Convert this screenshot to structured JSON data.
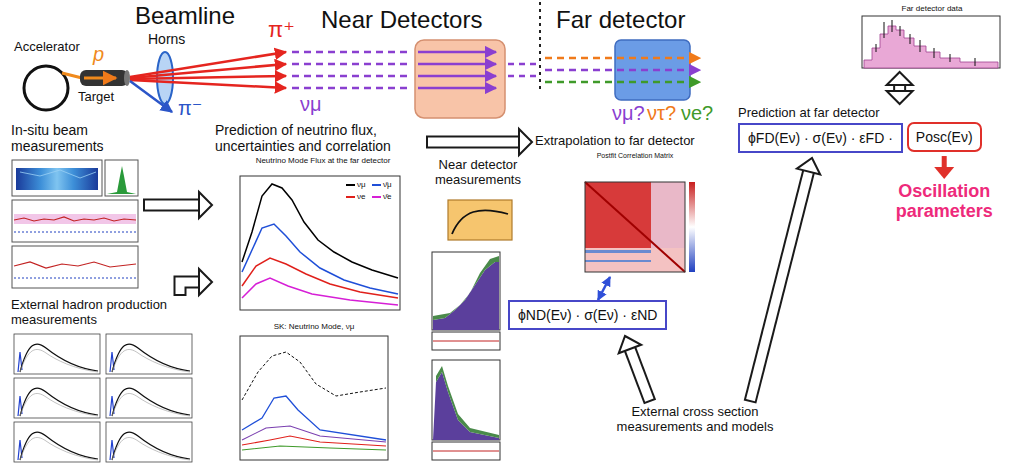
{
  "diagram": {
    "nodes": [
      {
        "text": [
          "Near Detectors"
        ]
      },
      {
        "text": [
          "Far detector"
        ]
      },
      {
        "text": [
          "Far detector data"
        ]
      },
      {
        "text": [
          "In-situ beam measurements"
        ]
      },
      {
        "text": [
          "Prediction of neutrino flux, uncertainties and correlation",
          "Neutrino Mode Flux at the far detector"
        ]
      },
      {
        "text": [
          "Near detector measurements"
        ]
      },
      {
        "text": [
          "Extrapolation to far detector",
          "Postfit Correlation Matrix"
        ]
      },
      {
        "text": [
          "Prediction at far detector",
          "ϕFD(Eν) · σ(Eν) · εFD ·"
        ]
      },
      {
        "text": [
          "Posc(Eν)"
        ]
      },
      {
        "text": [
          "ϕND(Eν) · σ(Eν) · εND"
        ]
      },
      {
        "text": [
          "SK: Neutrino Mode, νμ"
        ]
      },
      {
        "text": [
          "External hadron production measurements"
        ]
      }
    ],
    "edges": [
      {
        "from": 3,
        "to": 4,
        "arrow": "to"
      },
      {
        "from": 11,
        "to": 4,
        "arrow": "to"
      },
      {
        "from": 4,
        "to": 6,
        "arrow": "to"
      },
      {
        "from": 9,
        "to": 6,
        "arrow": "both"
      },
      {
        "from": 7,
        "to": 2,
        "arrow": "both"
      }
    ],
    "labels": [
      "Beamline",
      "Accelerator",
      "p",
      "Target",
      "Horns",
      "π⁺",
      "π⁻",
      "νμ",
      "νμ?",
      "ντ?",
      "νe?",
      "Oscillation parameters",
      "External cross section measurements and models"
    ],
    "legend": [
      {
        "text": "νμ",
        "color": "#000000"
      },
      {
        "text": "ν̄μ",
        "color": "#1f4fd8"
      },
      {
        "text": "νe",
        "color": "#e0201b"
      },
      {
        "text": "ν̄e",
        "color": "#d61fd6"
      }
    ]
  }
}
